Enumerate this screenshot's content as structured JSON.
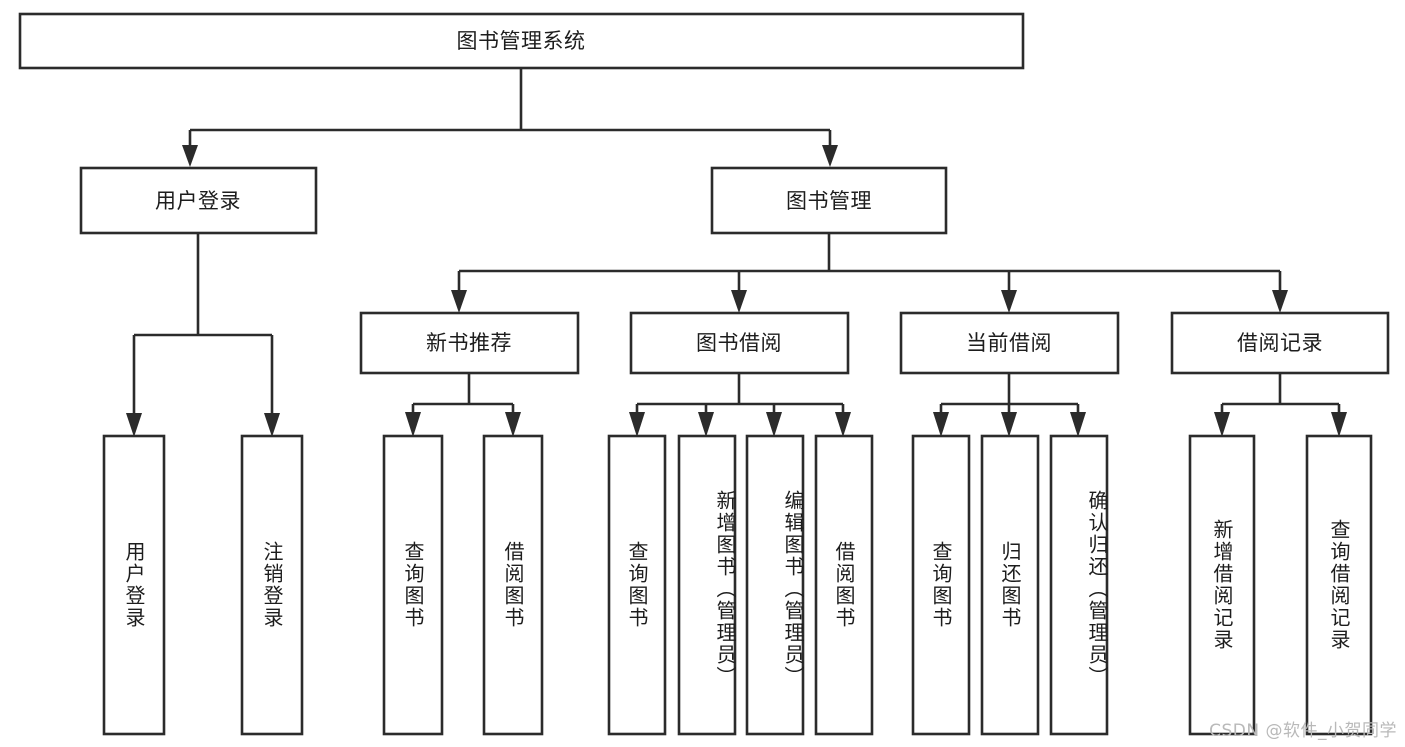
{
  "diagram": {
    "type": "tree-hierarchy-chart",
    "title": "图书管理系统",
    "orientation": "top-down",
    "colors": {
      "box_stroke": "#2b2b2b",
      "box_fill": "#ffffff",
      "connector": "#2b2b2b",
      "text": "#1d1d1d",
      "watermark": "#b9b9b9",
      "background": "#ffffff"
    },
    "root": {
      "label": "图书管理系统"
    },
    "level2": [
      {
        "label": "用户登录"
      },
      {
        "label": "图书管理"
      }
    ],
    "level3": [
      {
        "label": "新书推荐"
      },
      {
        "label": "图书借阅"
      },
      {
        "label": "当前借阅"
      },
      {
        "label": "借阅记录"
      }
    ],
    "leaves": {
      "user_login": [
        {
          "label": "用户登录"
        },
        {
          "label": "注销登录"
        }
      ],
      "new_book_recommend": [
        {
          "label": "查询图书"
        },
        {
          "label": "借阅图书"
        }
      ],
      "book_borrow": [
        {
          "label": "查询图书"
        },
        {
          "label": "新增图书（管理员）"
        },
        {
          "label": "编辑图书（管理员）"
        },
        {
          "label": "借阅图书"
        }
      ],
      "current_borrow": [
        {
          "label": "查询图书"
        },
        {
          "label": "归还图书"
        },
        {
          "label": "确认归还（管理员）"
        }
      ],
      "borrow_record": [
        {
          "label": "新增借阅记录"
        },
        {
          "label": "查询借阅记录"
        }
      ]
    },
    "watermark": "CSDN @软件_小贺同学"
  }
}
